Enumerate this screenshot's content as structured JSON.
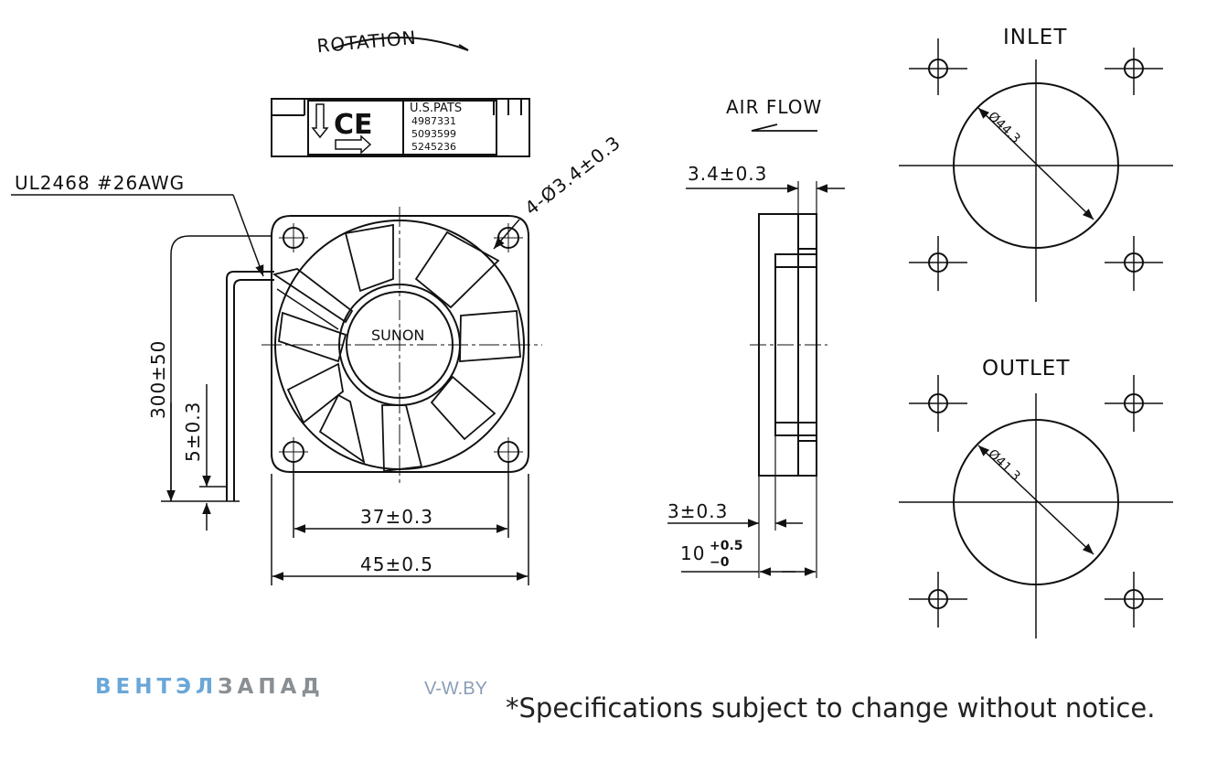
{
  "labels": {
    "rotation": "ROTATION",
    "air_flow": "AIR FLOW",
    "inlet": "INLET",
    "outlet": "OUTLET",
    "wire": "UL2468 #26AWG",
    "hole_spec": "4-Ø3.4±0.3",
    "hub_brand": "SUNON",
    "inlet_dia": "Ø44.3",
    "outlet_dia": "Ø41.3"
  },
  "patent": {
    "title": "U.S.PATS",
    "numbers": [
      "4987331",
      "5093599",
      "5245236"
    ]
  },
  "dimensions": {
    "lead_length": "300±50",
    "strip_length": "5±0.3",
    "hole_pitch": "37±0.3",
    "frame_width": "45±0.5",
    "flange": "3.4±0.3",
    "rib": "3±0.3",
    "thickness_base": "10",
    "thickness_plus": "+0.5",
    "thickness_minus": "−0"
  },
  "footer": {
    "brand_part1": "ВЕНТЭЛ",
    "brand_part2": "ЗАПАД",
    "site": "V-W.BY",
    "note": "*Specifications subject to change without notice."
  }
}
